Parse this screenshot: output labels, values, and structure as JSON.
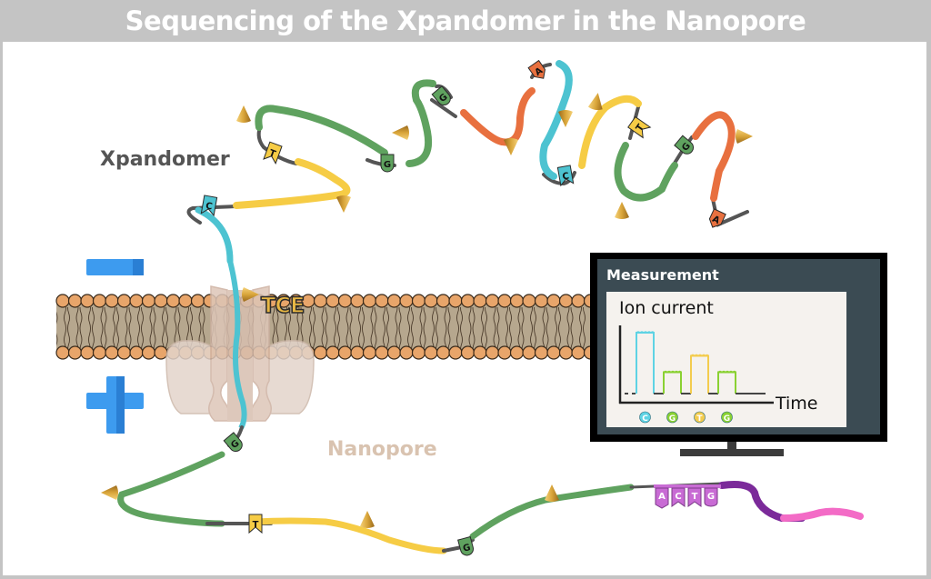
{
  "title": "Sequencing of the Xpandomer in the Nanopore",
  "labels": {
    "xpandomer": "Xpandomer",
    "tce": "TCE",
    "nanopore": "Nanopore"
  },
  "polarity": {
    "top": "minus",
    "bottom": "plus"
  },
  "monitor": {
    "title": "Measurement",
    "y_label": "Ion current",
    "x_label": "Time"
  },
  "colors": {
    "A": "#e8703f",
    "C": "#4dc3d1",
    "G": "#5fa25f",
    "T": "#f6cc45",
    "linker": "#555555",
    "membrane_head": "#e8a56a",
    "membrane_tail": "#b6a78e",
    "pore": "#dcc9bd",
    "polarity": "#3d9bef",
    "tag_purple": "#c86bd4",
    "tail_purple": "#7b2a9a",
    "tail_pink": "#f36bc6",
    "tce_cone": "#d9a53a"
  },
  "upper_strand": {
    "bases": [
      "C",
      "T",
      "G",
      "G",
      "A",
      "C",
      "T",
      "G",
      "A"
    ]
  },
  "lower_strand": {
    "bases": [
      "G",
      "T",
      "G"
    ],
    "primer_tags": [
      "A",
      "C",
      "T",
      "G"
    ]
  },
  "chart_data": {
    "type": "line",
    "title": "Ion current",
    "xlabel": "Time",
    "ylabel": "Ion current",
    "categories": [
      "C",
      "G",
      "T",
      "G"
    ],
    "series": [
      {
        "name": "C",
        "color": "#5ed3e4",
        "level": 1.0
      },
      {
        "name": "G",
        "color": "#8ad132",
        "level": 0.35
      },
      {
        "name": "T",
        "color": "#f3cc4e",
        "level": 0.62
      },
      {
        "name": "G",
        "color": "#8ad132",
        "level": 0.35
      }
    ],
    "baseline": 0,
    "ylim": [
      0,
      1.1
    ]
  }
}
